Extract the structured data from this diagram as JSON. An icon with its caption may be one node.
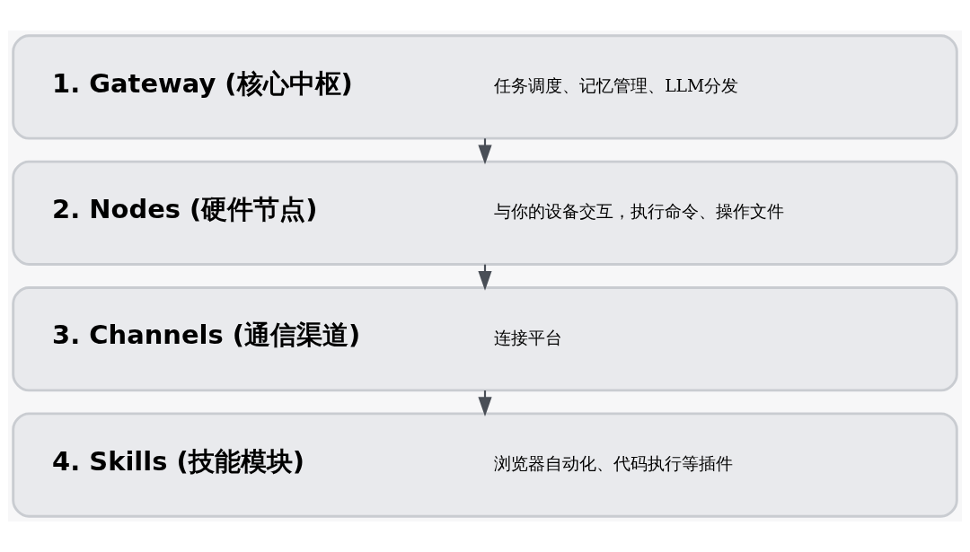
{
  "diagram": {
    "nodes": [
      {
        "text": [
          "1. Gateway (核心中枢)",
          "任务调度、记忆管理、LLM分发"
        ]
      },
      {
        "text": [
          "2. Nodes (硬件节点)",
          "与你的设备交互，执行命令、操作文件"
        ]
      },
      {
        "text": [
          "3. Channels (通信渠道)",
          "连接平台"
        ]
      },
      {
        "text": [
          "4. Skills (技能模块)",
          "浏览器自动化、代码执行等插件"
        ]
      }
    ],
    "edges": [
      {
        "from": 0,
        "to": 1,
        "arrow": "to"
      },
      {
        "from": 1,
        "to": 2,
        "arrow": "to"
      },
      {
        "from": 2,
        "to": 3,
        "arrow": "to"
      }
    ]
  }
}
